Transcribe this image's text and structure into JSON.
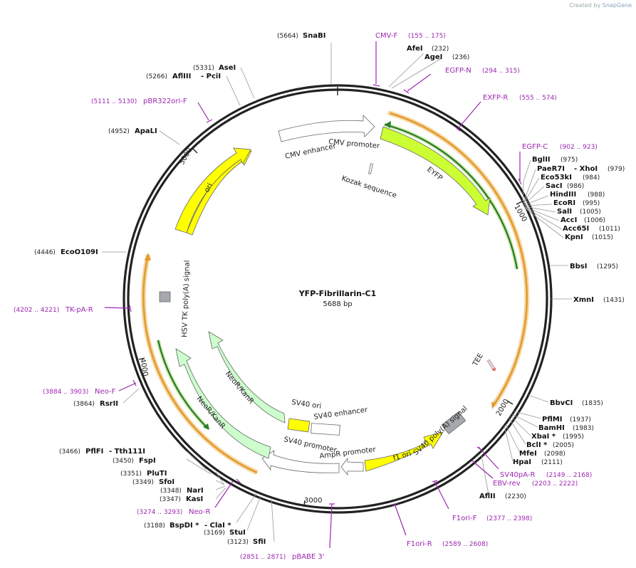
{
  "credit": {
    "prefix": "Created by",
    "brand": "SnapGene"
  },
  "plasmid": {
    "name": "YFP-Fibrillarin-C1",
    "size": "5688 bp",
    "length": 5688
  },
  "ticks": [
    {
      "pos": 1000,
      "label": "1000"
    },
    {
      "pos": 2000,
      "label": "2000"
    },
    {
      "pos": 3000,
      "label": "3000"
    },
    {
      "pos": 4000,
      "label": "4000"
    },
    {
      "pos": 5000,
      "label": "5000"
    }
  ],
  "sites": [
    {
      "name": "SnaBI",
      "pos": "(5664)"
    },
    {
      "name": "AfeI",
      "pos": "(232)"
    },
    {
      "name": "AgeI",
      "pos": "(236)"
    },
    {
      "name": "BglII",
      "pos": "(975)"
    },
    {
      "name": "PaeR7I",
      "pos": ""
    },
    {
      "name": "- XhoI",
      "pos": "(979)"
    },
    {
      "name": "Eco53kI",
      "pos": "(984)"
    },
    {
      "name": "SacI",
      "pos": "(986)"
    },
    {
      "name": "HindIII",
      "pos": "(988)"
    },
    {
      "name": "EcoRI",
      "pos": "(995)"
    },
    {
      "name": "SalI",
      "pos": "(1005)"
    },
    {
      "name": "AccI",
      "pos": "(1006)"
    },
    {
      "name": "Acc65I",
      "pos": "(1011)"
    },
    {
      "name": "KpnI",
      "pos": "(1015)"
    },
    {
      "name": "BbsI",
      "pos": "(1295)"
    },
    {
      "name": "XmnI",
      "pos": "(1431)"
    },
    {
      "name": "BbvCI",
      "pos": "(1835)"
    },
    {
      "name": "PflMI",
      "pos": "(1937)"
    },
    {
      "name": "BamHI",
      "pos": "(1983)"
    },
    {
      "name": "XbaI *",
      "pos": "(1995)"
    },
    {
      "name": "BclI *",
      "pos": "(2005)"
    },
    {
      "name": "MfeI",
      "pos": "(2098)"
    },
    {
      "name": "HpaI",
      "pos": "(2111)"
    },
    {
      "name": "AflII",
      "pos": "(2230)"
    },
    {
      "name": "SfiI",
      "pos": "(3123)"
    },
    {
      "name": "StuI",
      "pos": "(3169)"
    },
    {
      "name": "BspDI *",
      "pos": "(3188)"
    },
    {
      "name": "- ClaI *",
      "pos": ""
    },
    {
      "name": "KasI",
      "pos": "(3347)"
    },
    {
      "name": "NarI",
      "pos": "(3348)"
    },
    {
      "name": "SfoI",
      "pos": "(3349)"
    },
    {
      "name": "PluTI",
      "pos": "(3351)"
    },
    {
      "name": "FspI",
      "pos": "(3450)"
    },
    {
      "name": "PflFI",
      "pos": "(3466)"
    },
    {
      "name": "- Tth111I",
      "pos": ""
    },
    {
      "name": "RsrII",
      "pos": "(3864)"
    },
    {
      "name": "EcoO109I",
      "pos": "(4446)"
    },
    {
      "name": "ApaLI",
      "pos": "(4952)"
    },
    {
      "name": "AflIII",
      "pos": "(5266)"
    },
    {
      "name": "- PciI",
      "pos": ""
    },
    {
      "name": "AseI",
      "pos": "(5331)"
    }
  ],
  "primers": [
    {
      "name": "CMV-F",
      "range": "(155 .. 175)"
    },
    {
      "name": "EGFP-N",
      "range": "(294 .. 315)"
    },
    {
      "name": "EXFP-R",
      "range": "(555 .. 574)"
    },
    {
      "name": "EGFP-C",
      "range": "(902 .. 923)"
    },
    {
      "name": "SV40pA-R",
      "range": "(2149 .. 2168)"
    },
    {
      "name": "EBV-rev",
      "range": "(2203 .. 2222)"
    },
    {
      "name": "F1ori-F",
      "range": "(2377 .. 2398)"
    },
    {
      "name": "F1ori-R",
      "range": "(2589 .. 2608)"
    },
    {
      "name": "pBABE 3'",
      "range": "(2851 .. 2871)"
    },
    {
      "name": "Neo-R",
      "range": "(3274 .. 3293)"
    },
    {
      "name": "Neo-F",
      "range": "(3884 .. 3903)"
    },
    {
      "name": "TK-pA-R",
      "range": "(4202 .. 4221)"
    },
    {
      "name": "pBR322ori-F",
      "range": "(5111 .. 5130)"
    }
  ],
  "features": [
    {
      "name": "CMV enhancer"
    },
    {
      "name": "CMV promoter"
    },
    {
      "name": "Kozak sequence"
    },
    {
      "name": "EYFP"
    },
    {
      "name": "TEE"
    },
    {
      "name": "SV40 poly(A) signal"
    },
    {
      "name": "f1 ori"
    },
    {
      "name": "AmpR promoter"
    },
    {
      "name": "SV40 promoter"
    },
    {
      "name": "SV40 enhancer"
    },
    {
      "name": "SV40 ori"
    },
    {
      "name": "NeoR/KanR"
    },
    {
      "name": "NeoR/KanR"
    },
    {
      "name": "HSV TK poly(A) signal"
    },
    {
      "name": "ori"
    }
  ],
  "colors": {
    "backbone": "#222222",
    "yellow": "#ffff00",
    "eyfp": "#ccff33",
    "neo": "#ccffcc",
    "primer": "#9c27b0",
    "orf_orange": "#e39a2c",
    "orf_green": "#2e7d32",
    "polyA": "#999999"
  }
}
